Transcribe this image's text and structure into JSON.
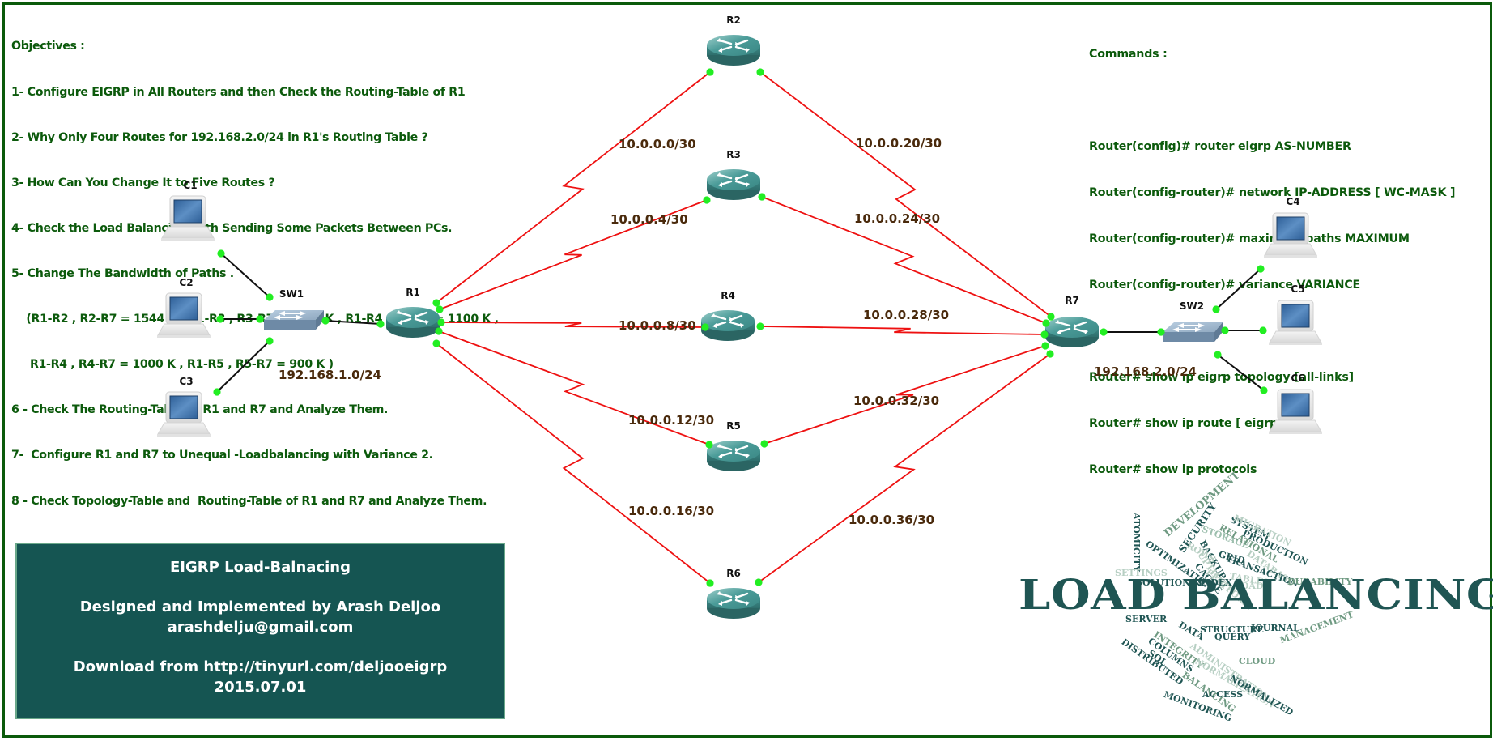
{
  "objectives": {
    "title": "Objectives :",
    "items": [
      "1- Configure EIGRP in All Routers and then Check the Routing-Table of R1",
      "2- Why Only Four Routes for 192.168.2.0/24 in R1's Routing Table ?",
      "3- How Can You Change It to Five Routes ?",
      "4- Check the Load Balancing with Sending Some Packets Between PCs.",
      "5- Change The Bandwidth of Paths .",
      "    (R1-R2 , R2-R7 = 1544 K , R1-R3 , R3-R7 = 1200 K , R1-R4 , R4-R7 = 1100 K ,",
      "     R1-R4 , R4-R7 = 1000 K , R1-R5 , R5-R7 = 900 K )",
      "6 - Check The Routing-Table of R1 and R7 and Analyze Them.",
      "7-  Configure R1 and R7 to Unequal -Loadbalancing with Variance 2.",
      "8 - Check Topology-Table and  Routing-Table of R1 and R7 and Analyze Them."
    ]
  },
  "commands": {
    "title": "Commands :",
    "config": [
      "Router(config)# router eigrp AS-NUMBER",
      "Router(config-router)# network IP-ADDRESS [ WC-MASK ]",
      "Router(config-router)# maximum-paths MAXIMUM",
      "Router(config-router)# variance VARIANCE"
    ],
    "show": [
      "Router# show ip eigrp topology [all-links]",
      "Router# show ip route [ eigrp ]",
      "Router# show ip protocols"
    ]
  },
  "info": {
    "title": "EIGRP Load-Balnacing",
    "author": "Designed and Implemented by Arash Deljoo",
    "email": "arashdelju@gmail.com",
    "download": "Download from http://tinyurl.com/deljooeigrp",
    "date": "2015.07.01"
  },
  "topology": {
    "colors": {
      "serial_link": "#ee1111",
      "ethernet_link": "#111111",
      "port_dot": "#22ee22",
      "router": "#3c8a88",
      "switch": "#7d97b0"
    },
    "routers": [
      "R1",
      "R2",
      "R3",
      "R4",
      "R5",
      "R6",
      "R7"
    ],
    "switches": [
      "SW1",
      "SW2"
    ],
    "pcs": [
      "C1",
      "C2",
      "C3",
      "C4",
      "C5",
      "C6"
    ],
    "lan_labels": {
      "left": "192.168.1.0/24",
      "right": "192.168.2.0/24"
    },
    "serial_links": [
      {
        "from": "R1",
        "to": "R2",
        "network": "10.0.0.0/30"
      },
      {
        "from": "R1",
        "to": "R3",
        "network": "10.0.0.4/30"
      },
      {
        "from": "R1",
        "to": "R4",
        "network": "10.0.0.8/30"
      },
      {
        "from": "R1",
        "to": "R5",
        "network": "10.0.0.12/30"
      },
      {
        "from": "R1",
        "to": "R6",
        "network": "10.0.0.16/30"
      },
      {
        "from": "R2",
        "to": "R7",
        "network": "10.0.0.20/30"
      },
      {
        "from": "R3",
        "to": "R7",
        "network": "10.0.0.24/30"
      },
      {
        "from": "R4",
        "to": "R7",
        "network": "10.0.0.28/30"
      },
      {
        "from": "R5",
        "to": "R7",
        "network": "10.0.0.32/30"
      },
      {
        "from": "R6",
        "to": "R7",
        "network": "10.0.0.36/30"
      }
    ],
    "ethernet_links": [
      [
        "C1",
        "SW1"
      ],
      [
        "C2",
        "SW1"
      ],
      [
        "C3",
        "SW1"
      ],
      [
        "SW1",
        "R1"
      ],
      [
        "R7",
        "SW2"
      ],
      [
        "SW2",
        "C4"
      ],
      [
        "SW2",
        "C5"
      ],
      [
        "SW2",
        "C6"
      ]
    ]
  },
  "word_cloud": {
    "headline": "LOAD BALANCING",
    "words": [
      "ATOMICITY",
      "DEVELOPMENT",
      "SECURITY",
      "OPTIMIZATION",
      "STORAGE",
      "BACKUP",
      "GRID",
      "CACHE",
      "ROWS",
      "PLATFORM",
      "UPTIME",
      "SYSTEM",
      "PRODUCTION",
      "MIGRATION",
      "RELATIONAL",
      "DATABASE",
      "TRANSACTION",
      "TABLES",
      "SETTINGS",
      "SOLUTION",
      "KEY",
      "INDEX",
      "LOAD",
      "DURABILITY",
      "SERVER",
      "DATA",
      "STRUCTURE",
      "QUERY",
      "JOURNAL",
      "MANAGEMENT",
      "INTEGRITY",
      "COLUMNS",
      "SQL",
      "ADMINISTRATION",
      "DISTRIBUTED",
      "NORMALIZATION",
      "CLOUD",
      "BALANCING",
      "NORMALIZED",
      "ACCESS",
      "MONITORING"
    ]
  }
}
